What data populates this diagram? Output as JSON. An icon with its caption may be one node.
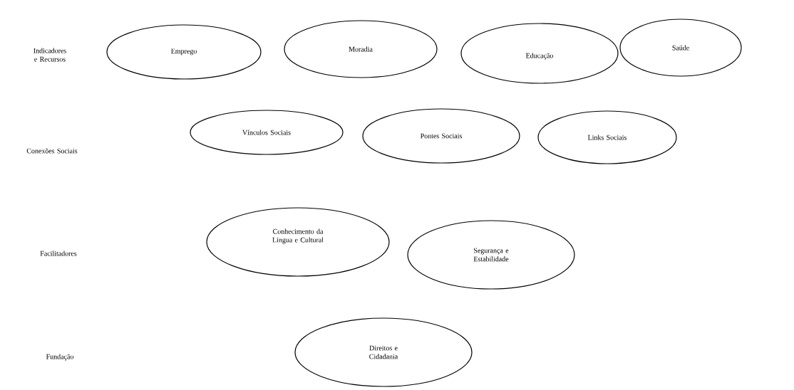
{
  "diagram": {
    "nodes": [
      {
        "text": [
          "Emprego"
        ]
      },
      {
        "text": [
          "Moradia"
        ]
      },
      {
        "text": [
          "Educação"
        ]
      },
      {
        "text": [
          "Saúde"
        ]
      },
      {
        "text": [
          "Vínculos Sociais"
        ]
      },
      {
        "text": [
          "Pontes Sociais"
        ]
      },
      {
        "text": [
          "Links Sociais"
        ]
      },
      {
        "text": [
          "Conhecimento da Língua e Cultural"
        ]
      },
      {
        "text": [
          "Segurança e Estabilidade"
        ]
      },
      {
        "text": [
          "Direitos e Cidadania"
        ]
      }
    ],
    "labels": [
      "Indicadores e Recursos",
      "Conexões Sociais",
      "Facilitadores",
      "Fundação"
    ]
  }
}
